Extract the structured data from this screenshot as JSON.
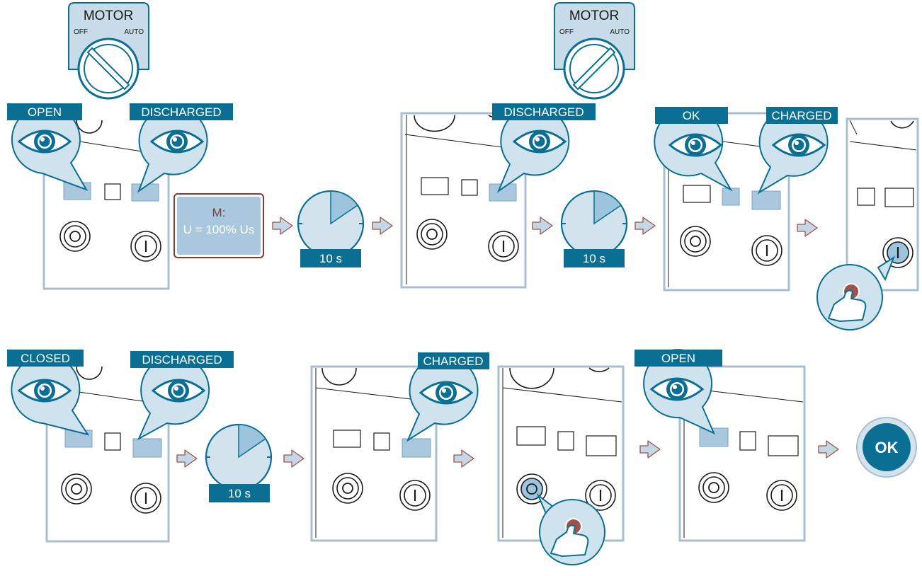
{
  "colors": {
    "label_bg": "#0a6f93",
    "panel_stroke": "#a9bfcf",
    "indicator_fill": "#a9c8de",
    "bubble_fill": "#cfe3ef",
    "bubble_stroke": "#0a6f93",
    "arrow_fill": "#c3d7e5",
    "arrow_stroke": "#a0524a",
    "display_fill": "#a9c8de",
    "display_border": "#8a3a2e",
    "timer_fill": "#d3e3ee",
    "timer_wedge": "#9cc4dc",
    "ok_fill": "#0a6f93"
  },
  "motor_switch": {
    "title": "MOTOR",
    "off": "OFF",
    "auto": "AUTO"
  },
  "labels": {
    "open": "OPEN",
    "discharged": "DISCHARGED",
    "ok": "OK",
    "charged": "CHARGED",
    "closed": "CLOSED"
  },
  "display": {
    "line1": "M:",
    "line2": "U = 100% Us"
  },
  "timer": {
    "text": "10 s"
  },
  "final": {
    "text": "OK"
  },
  "icons": [
    "eye-icon",
    "timer-icon",
    "press-finger-icon",
    "arrow-right-icon",
    "rotary-switch-icon",
    "ok-icon"
  ]
}
